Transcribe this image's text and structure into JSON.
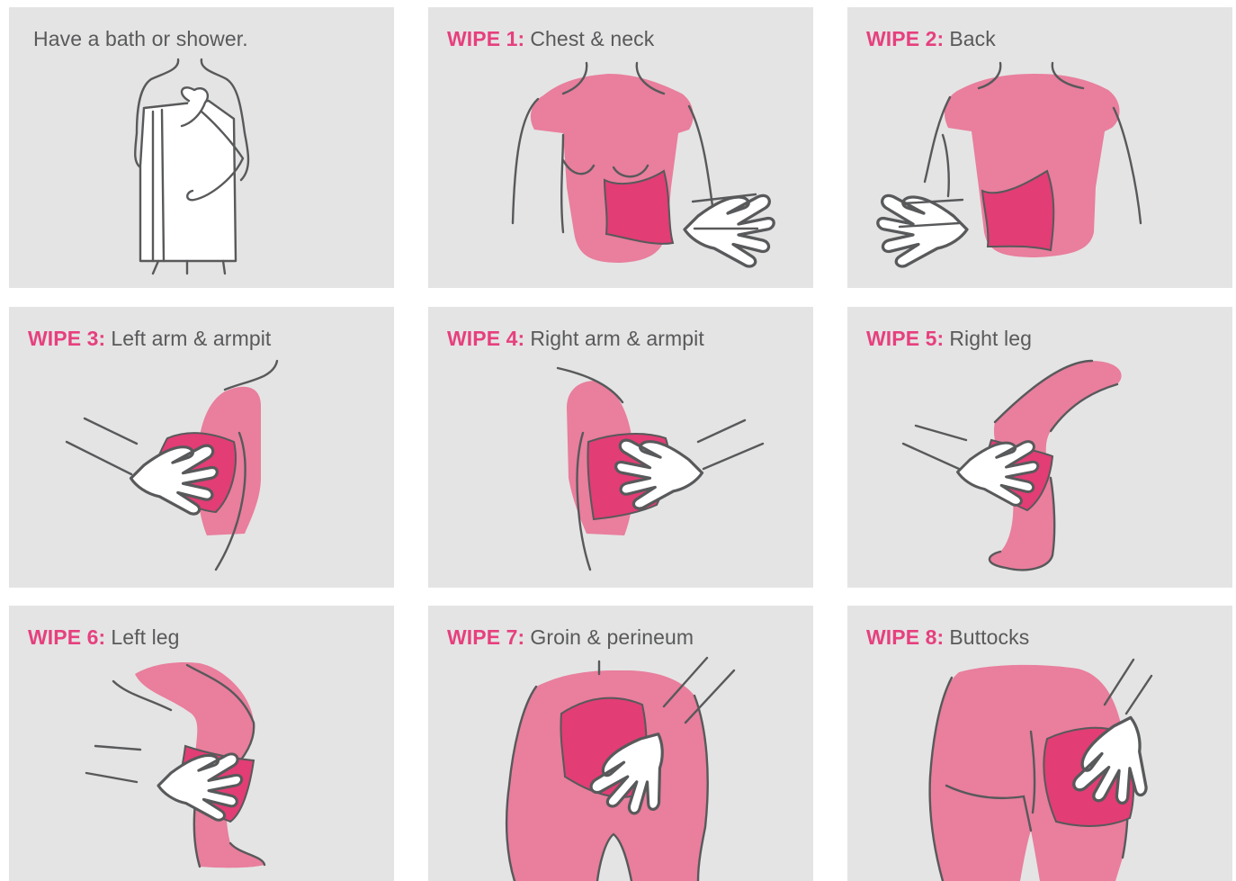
{
  "colors": {
    "panel_bg": "#e4e4e4",
    "body_fill": "#e97e9d",
    "wipe_fill": "#e23d75",
    "outline": "#58595b",
    "label": "#e6407e",
    "glove": "#ffffff"
  },
  "steps": [
    {
      "label": "",
      "text": "Have a bath or shower.",
      "illustration": "towel-illustration"
    },
    {
      "label": "WIPE 1:",
      "text": "Chest & neck",
      "illustration": "chest-neck-illustration"
    },
    {
      "label": "WIPE 2:",
      "text": "Back",
      "illustration": "back-illustration"
    },
    {
      "label": "WIPE 3:",
      "text": "Left arm & armpit",
      "illustration": "left-arm-illustration"
    },
    {
      "label": "WIPE 4:",
      "text": "Right arm & armpit",
      "illustration": "right-arm-illustration"
    },
    {
      "label": "WIPE 5:",
      "text": "Right leg",
      "illustration": "right-leg-illustration"
    },
    {
      "label": "WIPE 6:",
      "text": "Left leg",
      "illustration": "left-leg-illustration"
    },
    {
      "label": "WIPE 7:",
      "text": "Groin & perineum",
      "illustration": "groin-illustration"
    },
    {
      "label": "WIPE 8:",
      "text": "Buttocks",
      "illustration": "buttocks-illustration"
    }
  ]
}
